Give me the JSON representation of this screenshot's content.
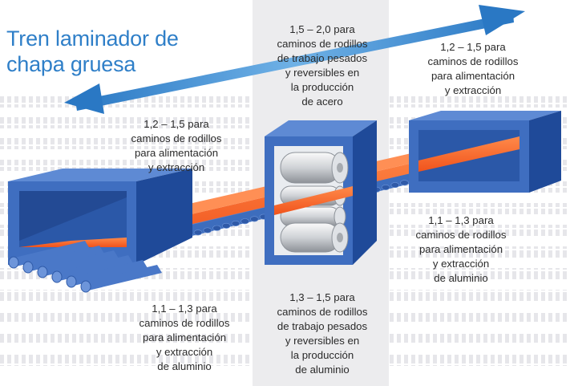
{
  "title": {
    "line1": "Tren laminador de",
    "line2": "chapa gruesa"
  },
  "colors": {
    "title_blue": "#2f7fc8",
    "arrow_blue": "#2f86cf",
    "machine_blue": "#3f6ec0",
    "machine_dark": "#1f4a99",
    "roller_blue": "#4a78c8",
    "plate_orange": "#ff6a2a",
    "center_band": "#ececee",
    "stripe_grey": "#e7e7ea",
    "text": "#2a2a2a"
  },
  "labels": {
    "center_top": [
      "1,5 – 2,0 para",
      "caminos de rodillos",
      "de trabajo pesados",
      "y reversibles en",
      "la producción",
      "de acero"
    ],
    "right_top": [
      "1,2 – 1,5 para",
      "caminos de rodillos",
      "para alimentación",
      "y extracción"
    ],
    "left_top": [
      "1,2 – 1,5 para",
      "caminos de rodillos",
      "para alimentación",
      "y extracción"
    ],
    "right_mid": [
      "1,1 – 1,3 para",
      "caminos de rodillos",
      "para alimentación",
      "y extracción",
      "de aluminio"
    ],
    "left_bottom": [
      "1,1 – 1,3 para",
      "caminos de rodillos",
      "para alimentación",
      "y extracción",
      "de aluminio"
    ],
    "center_bottom": [
      "1,3 – 1,5 para",
      "caminos de rodillos",
      "de trabajo pesados",
      "y reversibles en",
      "la producción",
      "de aluminio"
    ]
  },
  "icons": {
    "arrow": "double-headed-arrow-icon",
    "furnace_left": "left-roller-housing-icon",
    "rolling_stand": "rolling-mill-stand-icon",
    "furnace_right": "right-roller-housing-icon",
    "roller_table": "roller-table-icon",
    "plate": "steel-plate-icon"
  }
}
